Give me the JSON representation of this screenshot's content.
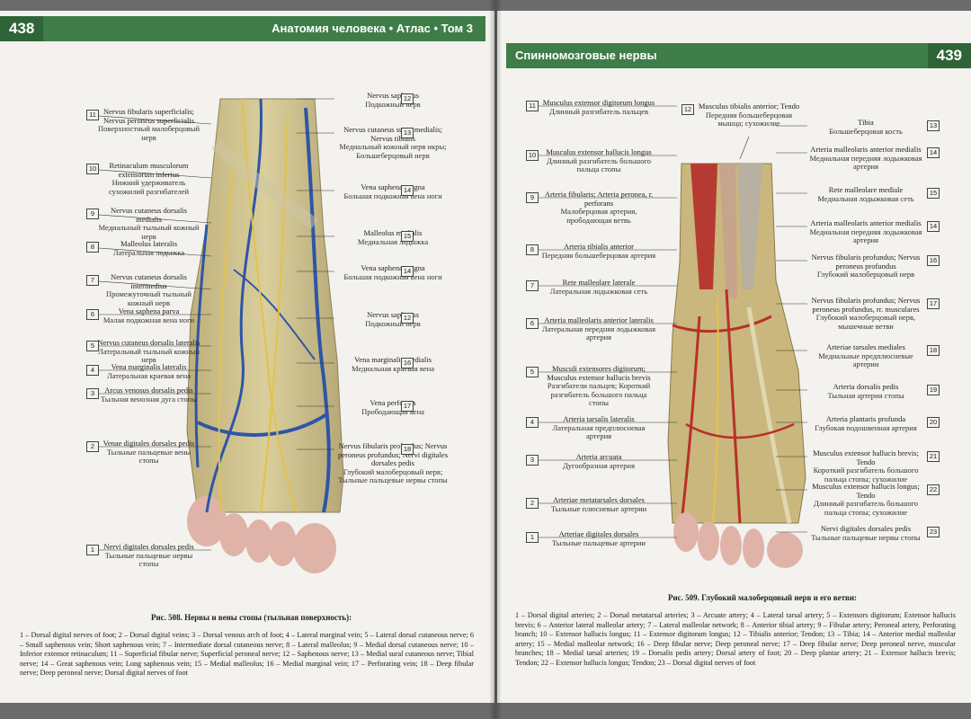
{
  "left": {
    "page_number": "438",
    "header_title": "Анатомия человека • Атлас • Том 3",
    "caption": "Рис. 508. Нервы и вены стопы (тыльная поверхность):",
    "legend": "1 – Dorsal digital nerves of foot; 2 – Dorsal digital veins; 3 – Dorsal venous arch of foot; 4 – Lateral marginal vein; 5 – Lateral dorsal cutaneous nerve; 6 – Small saphenous vein; Short saphenous vein; 7 – Intermediate dorsal cutaneous nerve; 8 – Lateral malleolus; 9 – Medial dorsal cutaneous nerve; 10 – Inferior extensor retinaculum; 11 – Superficial fibular nerve; Superficial peroneal nerve; 12 – Saphenous nerve; 13 – Medial sural cutaneous nerve; Tibial nerve; 14 – Great saphenous vein; Long saphenous vein; 15 – Medial malleolus; 16 – Medial marginal vein; 17 – Perforating vein; 18 – Deep fibular nerve; Deep peroneal nerve; Dorsal digital nerves of foot",
    "labels_left": [
      {
        "n": "11",
        "la": "Nervus fibularis superficialis; Nervus peroneus superficialis",
        "ru": "Поверхностный малоберцовый нерв"
      },
      {
        "n": "10",
        "la": "Retinaculum musculorum extensorum inferius",
        "ru": "Нижний удерживатель сухожилий разгибателей"
      },
      {
        "n": "9",
        "la": "Nervus cutaneus dorsalis medialis",
        "ru": "Медиальный тыльный кожный нерв"
      },
      {
        "n": "8",
        "la": "Malleolus lateralis",
        "ru": "Латеральная лодыжка"
      },
      {
        "n": "7",
        "la": "Nervus cutaneus dorsalis intermedius",
        "ru": "Промежуточный тыльный кожный нерв"
      },
      {
        "n": "6",
        "la": "Vena saphena parva",
        "ru": "Малая подкожная вена ноги"
      },
      {
        "n": "5",
        "la": "Nervus cutaneus dorsalis lateralis",
        "ru": "Латеральный тыльный кожный нерв"
      },
      {
        "n": "4",
        "la": "Vena marginalis lateralis",
        "ru": "Латеральная краевая вена"
      },
      {
        "n": "3",
        "la": "Arcus venosus dorsalis pedis",
        "ru": "Тыльная венозная дуга стопы"
      },
      {
        "n": "2",
        "la": "Venae digitales dorsales pedis",
        "ru": "Тыльные пальцевые вены стопы"
      },
      {
        "n": "1",
        "la": "Nervi digitales dorsales pedis",
        "ru": "Тыльные пальцевые нервы стопы"
      }
    ],
    "labels_right": [
      {
        "n": "12",
        "la": "Nervus saphenus",
        "ru": "Подкожный нерв"
      },
      {
        "n": "13",
        "la": "Nervus cutaneus surae medialis; Nervus tibialis",
        "ru": "Медиальный кожный нерв икры; Большеберцовый нерв"
      },
      {
        "n": "14",
        "la": "Vena saphena magna",
        "ru": "Большая подкожная вена ноги"
      },
      {
        "n": "15",
        "la": "Malleolus medialis",
        "ru": "Медиальная лодыжка"
      },
      {
        "n": "14",
        "la": "Vena saphena magna",
        "ru": "Большая подкожная вена ноги"
      },
      {
        "n": "12",
        "la": "Nervus saphenus",
        "ru": "Подкожный нерв"
      },
      {
        "n": "16",
        "la": "Vena marginalis medialis",
        "ru": "Медиальная краевая вена"
      },
      {
        "n": "17",
        "la": "Vena perforans",
        "ru": "Прободающая вена"
      },
      {
        "n": "18",
        "la": "Nervus fibularis profundus; Nervus peroneus profundus; Nervi digitales dorsales pedis",
        "ru": "Глубокий малоберцовый нерв; Тыльные пальцевые нервы стопы"
      }
    ]
  },
  "right": {
    "page_number": "439",
    "header_title": "Спинномозговые нервы",
    "caption": "Рис. 509. Глубокий малоберцовый нерв и его ветви:",
    "legend": "1 – Dorsal digital arteries; 2 – Dorsal metatarsal arteries; 3 – Arcuate artery; 4 – Lateral tarsal artery; 5 – Extensors digitorum; Extensor hallucis brevis; 6 – Anterior lateral malleolar artery; 7 – Lateral malleolar network; 8 – Anterior tibial artery; 9 – Fibular artery; Peroneal artery, Perforating branch; 10 – Extensor hallucis longus; 11 – Extensor digitorum longus; 12 – Tibialis anterior; Tendon; 13 – Tibia; 14 – Anterior medial malleolar artery; 15 – Medial malleolar network; 16 – Deep fibular nerve; Deep peroneal nerve; 17 – Deep fibular nerve; Deep peroneal nerve, muscular branches; 18 – Medial tarsal arteries; 19 – Dorsalis pedis artery; Dorsal artery of foot; 20 – Deep plantar artery; 21 – Extensor hallucis brevis; Tendon; 22 – Extensor hallucis longus; Tendon; 23 – Dorsal digital nerves of foot",
    "labels_left": [
      {
        "n": "11",
        "la": "Musculus extensor digitorum longus",
        "ru": "Длинный разгибатель пальцев"
      },
      {
        "n": "10",
        "la": "Musculus extensor hallucis longus",
        "ru": "Длинный разгибатель большого пальца стопы"
      },
      {
        "n": "9",
        "la": "Arteria fibularis; Arteria peronea, r. perforans",
        "ru": "Малоберцовая артерия, прободающая ветвь"
      },
      {
        "n": "8",
        "la": "Arteria tibialis anterior",
        "ru": "Передняя большеберцовая артерия"
      },
      {
        "n": "7",
        "la": "Rete malleolare laterale",
        "ru": "Латеральная лодыжковая сеть"
      },
      {
        "n": "6",
        "la": "Arteria malleolaris anterior lateralis",
        "ru": "Латеральная передняя лодыжковая артерия"
      },
      {
        "n": "5",
        "la": "Musculi extensores digitorum; Musculus extensor hallucis brevis",
        "ru": "Разгибатели пальцев; Короткий разгибатель большого пальца стопы"
      },
      {
        "n": "4",
        "la": "Arteria tarsalis lateralis",
        "ru": "Латеральная предплюсневая артерия"
      },
      {
        "n": "3",
        "la": "Arteria arcuata",
        "ru": "Дугообразная артерия"
      },
      {
        "n": "2",
        "la": "Arteriae metatarsales dorsales",
        "ru": "Тыльные плюсневые артерии"
      },
      {
        "n": "1",
        "la": "Arteriae digitales dorsales",
        "ru": "Тыльные пальцевые артерии"
      }
    ],
    "label_top": {
      "n": "12",
      "la": "Musculus tibialis anterior; Tendo",
      "ru": "Передняя большеберцовая мышца; сухожилие"
    },
    "labels_right": [
      {
        "n": "13",
        "la": "Tibia",
        "ru": "Большеберцовая кость"
      },
      {
        "n": "14",
        "la": "Arteria malleolaris anterior medialis",
        "ru": "Медиальная передняя лодыжковая артерия"
      },
      {
        "n": "15",
        "la": "Rete malleolare mediale",
        "ru": "Медиальная лодыжковая сеть"
      },
      {
        "n": "14",
        "la": "Arteria malleolaris anterior medialis",
        "ru": "Медиальная передняя лодыжковая артерия"
      },
      {
        "n": "16",
        "la": "Nervus fibularis profundus; Nervus peroneus profundus",
        "ru": "Глубокий малоберцовый нерв"
      },
      {
        "n": "17",
        "la": "Nervus fibularis profundus; Nervus peroneus profundus, rr. musculares",
        "ru": "Глубокий малоберцовый нерв, мышечные ветви"
      },
      {
        "n": "18",
        "la": "Arteriae tarsales mediales",
        "ru": "Медиальные предплюсневые артерии"
      },
      {
        "n": "19",
        "la": "Arteria dorsalis pedis",
        "ru": "Тыльная артерия стопы"
      },
      {
        "n": "20",
        "la": "Arteria plantaris profunda",
        "ru": "Глубокая подошвенная артерия"
      },
      {
        "n": "21",
        "la": "Musculus extensor hallucis brevis; Tendo",
        "ru": "Короткий разгибатель большого пальца стопы; сухожилие"
      },
      {
        "n": "22",
        "la": "Musculus extensor hallucis longus; Tendo",
        "ru": "Длинный разгибатель большого пальца стопы; сухожилие"
      },
      {
        "n": "23",
        "la": "Nervi digitales dorsales pedis",
        "ru": "Тыльные пальцевые нервы стопы"
      }
    ]
  },
  "colors": {
    "header_green": "#3f7d48",
    "vein_blue": "#2d56a8",
    "nerve_yellow": "#e3c24a",
    "artery_red": "#b8302a"
  }
}
